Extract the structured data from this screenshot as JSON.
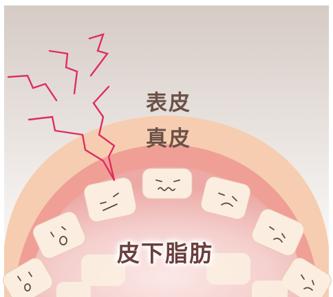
{
  "labels": {
    "epidermis": "表皮",
    "dermis": "真皮",
    "subcutaneous_fat": "皮下脂肪"
  },
  "colors": {
    "background_top": "#d6cbc5",
    "epidermis": "#f6cdb0",
    "dermis": "#ef9f96",
    "fat_cells": "#fbeee0",
    "zigzag": "#e02c62",
    "text": "#6b5148"
  },
  "icons": {
    "pain_mark": "zigzag-lightning-icon",
    "fat_cell_faces": [
      "distressed-face-icon",
      "wavy-mouth-face-icon",
      "frowning-face-icon",
      "frowning-face-icon",
      "surprised-face-icon",
      "surprised-face-icon",
      "frowning-face-icon"
    ]
  }
}
